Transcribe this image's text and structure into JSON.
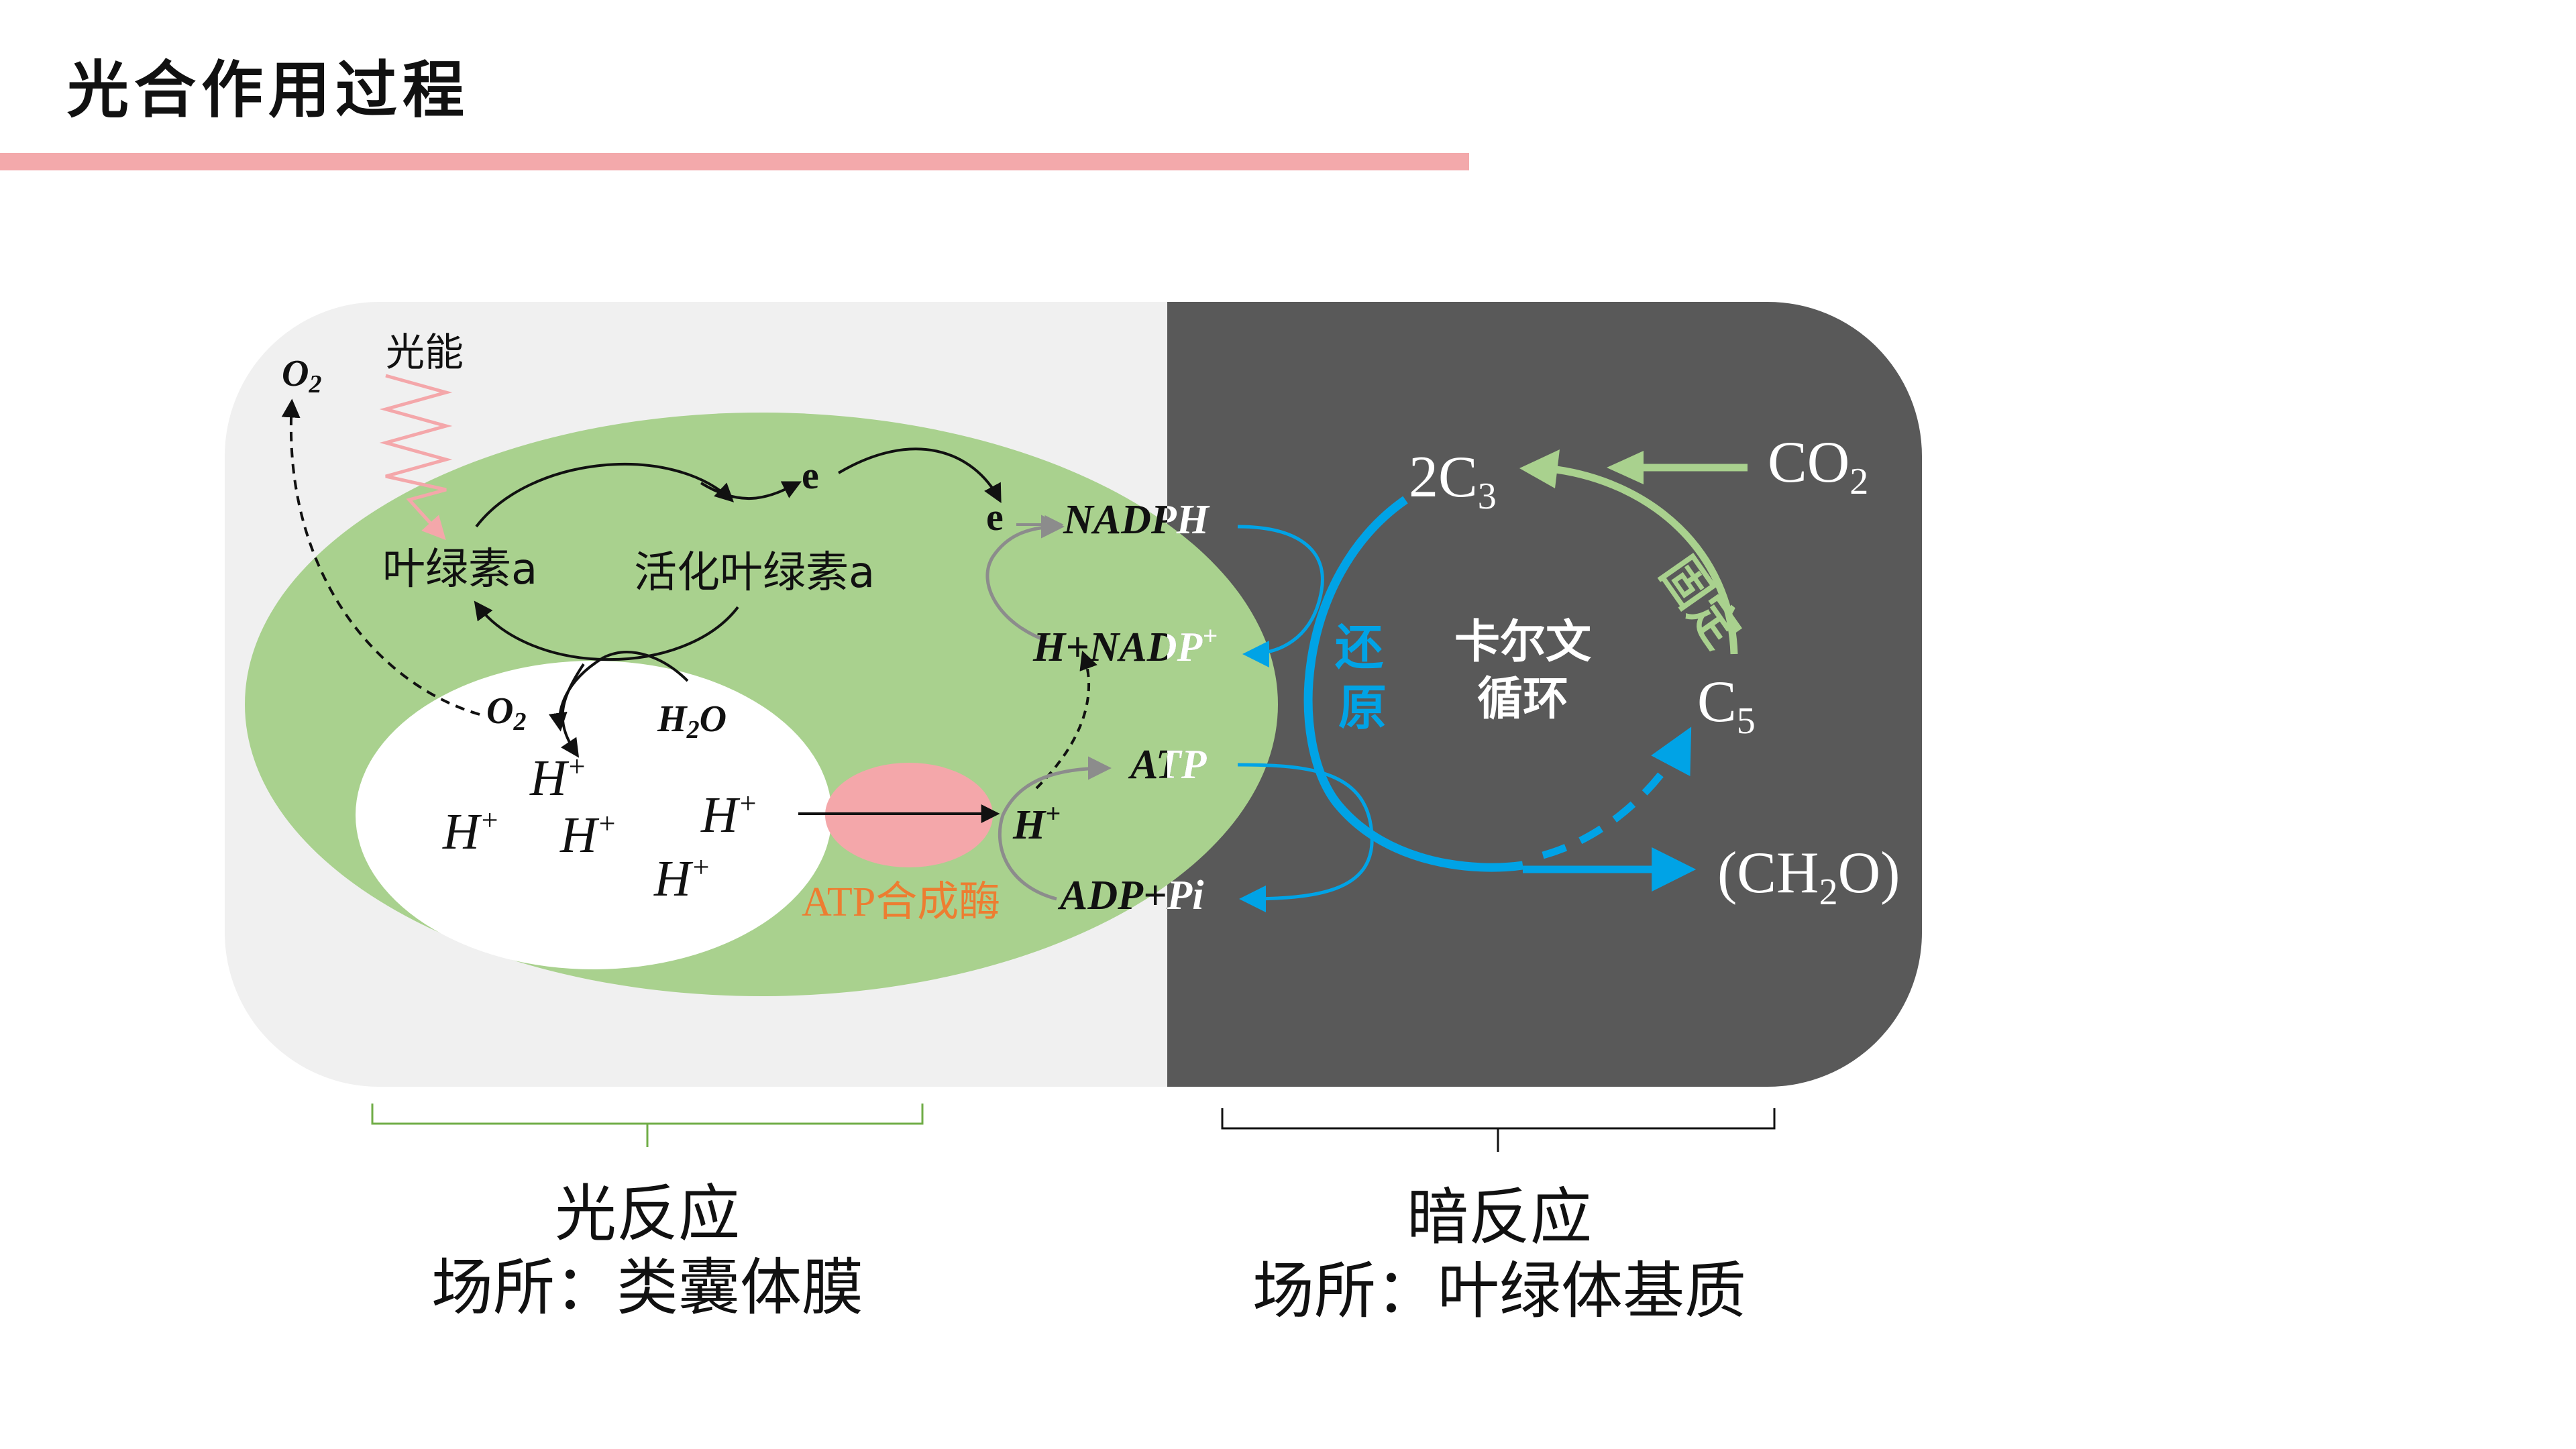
{
  "slide": {
    "title": "光合作用过程"
  },
  "light_reaction": {
    "light_energy": "光能",
    "o2_outer": "O",
    "o2_outer_sub": "2",
    "chlorophyll_a": "叶绿素a",
    "activated_chlorophyll_a": "活化叶绿素a",
    "electron_1": "e",
    "electron_2": "e",
    "o2_inner": "O",
    "o2_inner_sub": "2",
    "h2o_h": "H",
    "h2o_sub": "2",
    "h2o_o": "O",
    "h_ion": "H",
    "h_ion_charge": "+",
    "h_transport": "H",
    "h_transport_charge": "+",
    "atp_synthase": "ATP合成酶",
    "nadph": "NADPH",
    "h_nadp": "H",
    "h_nadp_plus": "+NADP",
    "h_nadp_charge": "+",
    "atp": "ATP",
    "adp_pi": "ADP+Pi"
  },
  "dark_reaction": {
    "two_c3": "2C",
    "two_c3_sub": "3",
    "co2": "CO",
    "co2_sub": "2",
    "fixation": "固定",
    "reduction": "还原",
    "calvin_line1": "卡尔文",
    "calvin_line2": "循环",
    "c5": "C",
    "c5_sub": "5",
    "ch2o_open": "(CH",
    "ch2o_sub": "2",
    "ch2o_close": "O)"
  },
  "captions": {
    "light_title": "光反应",
    "light_site": "场所：类囊体膜",
    "dark_title": "暗反应",
    "dark_site": "场所：叶绿体基质"
  },
  "colors": {
    "light_panel": "#f0f0f0",
    "dark_panel": "#595959",
    "thylakoid_green": "#a9d18e",
    "synthase_pink": "#f4a7aa",
    "synthase_label": "#ed7d31",
    "calvin_blue": "#00a3e6",
    "fixation_green": "#a9d18e",
    "title_bar": "#f3a9ab"
  }
}
